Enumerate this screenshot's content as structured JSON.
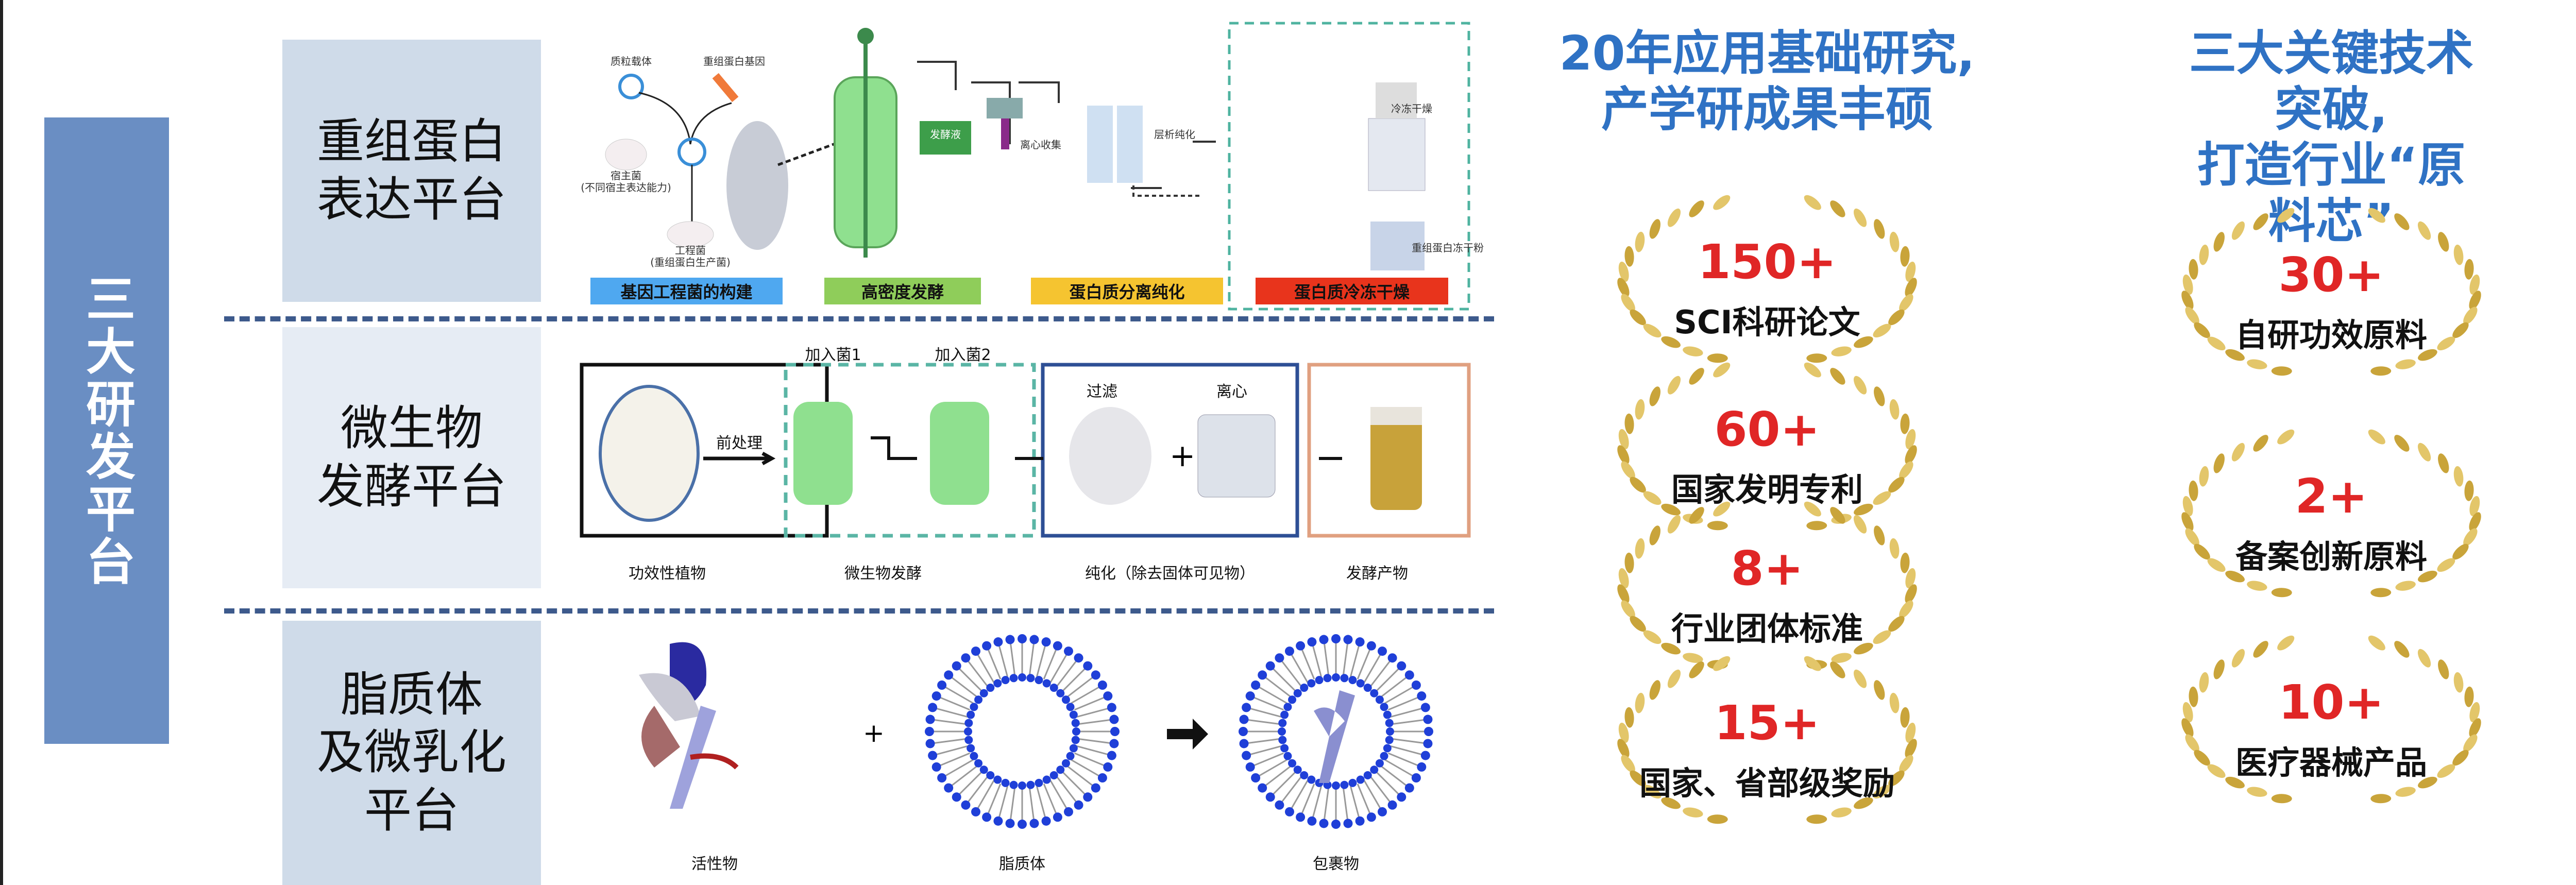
{
  "main_label": "三大研发平台",
  "platforms": [
    {
      "label": "重组蛋白\n表达平台",
      "bg": "#cfdbe9"
    },
    {
      "label": "微生物\n发酵平台",
      "bg": "#e6ecf4"
    },
    {
      "label": "脂质体\n及微乳化\n平台",
      "bg": "#cfdbe9"
    }
  ],
  "row1": {
    "steps": [
      {
        "label": "基因工程菌的构建",
        "color": "#4fa8f0"
      },
      {
        "label": "高密度发酵",
        "color": "#8fcd5a"
      },
      {
        "label": "蛋白质分离纯化",
        "color": "#f5c430"
      },
      {
        "label": "蛋白质冷冻干燥",
        "color": "#e8341c"
      }
    ],
    "small_labels": {
      "plasmid": "质粒载体",
      "gene": "重组蛋白基因",
      "host": "宿主菌\n(不同宿主表达能力)",
      "engineered": "工程菌\n(重组蛋白生产菌)",
      "fermenter": "发酵液",
      "centrifuge": "离心收集",
      "column": "层析纯化",
      "freeze": "冷冻干燥",
      "powder": "重组蛋白冻干粉"
    }
  },
  "row2": {
    "add1": "加入菌1",
    "add2": "加入菌2",
    "pretreat": "前处理",
    "filter": "过滤",
    "centrifuge": "离心",
    "labels": [
      "功效性植物",
      "微生物发酵",
      "纯化（除去固体可见物）",
      "发酵产物"
    ]
  },
  "row3": {
    "labels": [
      "活性物",
      "脂质体",
      "包裹物"
    ]
  },
  "right": {
    "col1": {
      "title": "20年应用基础研究,\n产学研成果丰硕",
      "awards": [
        {
          "number": "150+",
          "text": "SCI科研论文"
        },
        {
          "number": "60+",
          "text": "国家发明专利"
        },
        {
          "number": "8+",
          "text": "行业团体标准"
        },
        {
          "number": "15+",
          "text": "国家、省部级奖励"
        }
      ]
    },
    "col2": {
      "title": "三大关键技术突破,\n打造行业“原料芯”",
      "awards": [
        {
          "number": "30+",
          "text": "自研功效原料"
        },
        {
          "number": "2+",
          "text": "备案创新原料"
        },
        {
          "number": "10+",
          "text": "医疗器械产品"
        }
      ]
    }
  },
  "colors": {
    "title_blue": "#2f72c4",
    "number_red": "#e02626",
    "bar_blue": "#6a8ec3",
    "gold": "#c9a43a"
  }
}
